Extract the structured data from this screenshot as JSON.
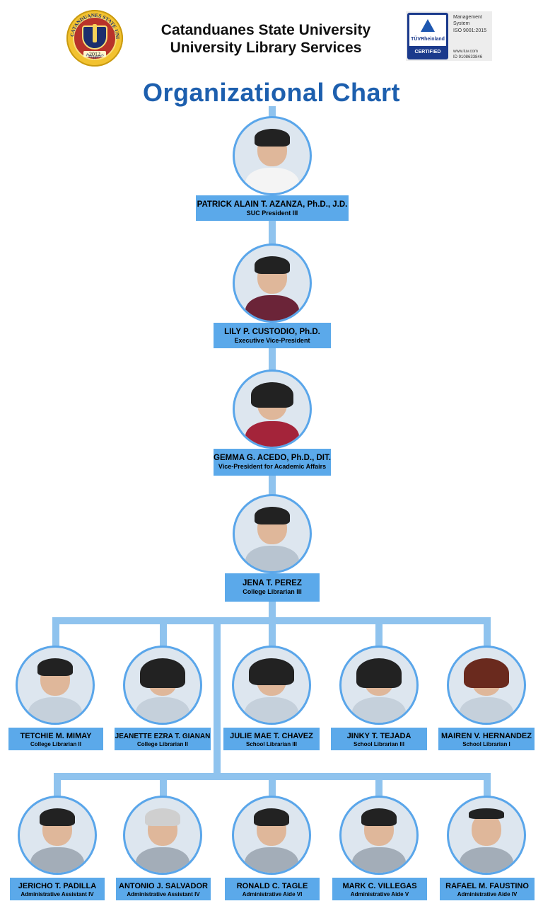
{
  "header": {
    "university": "Catanduanes State University",
    "office": "University Library Services",
    "seal": {
      "ring_text": "CATANDUANES STATE UNIVERSITY",
      "year": "2012",
      "country": "Philippines"
    },
    "iso_badge": {
      "brand": "TÜVRheinland",
      "certified": "CERTIFIED",
      "line1": "Management",
      "line2": "System",
      "line3": "ISO 9001:2015",
      "line4": "www.tuv.com",
      "line5": "ID 9108633846"
    }
  },
  "title": "Organizational Chart",
  "leaders": [
    {
      "name": "PATRICK ALAIN T. AZANZA, Ph.D., J.D.",
      "title": "SUC President III"
    },
    {
      "name": "LILY P. CUSTODIO, Ph.D.",
      "title": "Executive Vice-President"
    },
    {
      "name": "GEMMA G. ACEDO, Ph.D., DIT.",
      "title": "Vice-President for Academic Affairs"
    },
    {
      "name": "JENA T. PEREZ",
      "title": "College Librarian III"
    }
  ],
  "librarians": [
    {
      "name": "TETCHIE M. MIMAY",
      "title": "College Librarian II"
    },
    {
      "name": "JEANETTE EZRA T. GIANAN",
      "title": "College Librarian II"
    },
    {
      "name": "JULIE MAE T. CHAVEZ",
      "title": "School Librarian III"
    },
    {
      "name": "JINKY T. TEJADA",
      "title": "School Librarian III"
    },
    {
      "name": "MAIREN V. HERNANDEZ",
      "title": "School Librarian I"
    }
  ],
  "staff": [
    {
      "name": "JERICHO T. PADILLA",
      "title": "Administrative Assistant IV"
    },
    {
      "name": "ANTONIO J. SALVADOR",
      "title": "Administrative Assistant IV"
    },
    {
      "name": "RONALD C. TAGLE",
      "title": "Administrative Aide VI"
    },
    {
      "name": "MARK C. VILLEGAS",
      "title": "Administrative Aide V"
    },
    {
      "name": "RAFAEL M. FAUSTINO",
      "title": "Administrative Aide IV"
    }
  ],
  "colors": {
    "title_blue": "#1d5fae",
    "label_blue": "#5ba9ea",
    "connector_blue": "#8fc3ee",
    "photo_border": "#5aa6ea"
  }
}
